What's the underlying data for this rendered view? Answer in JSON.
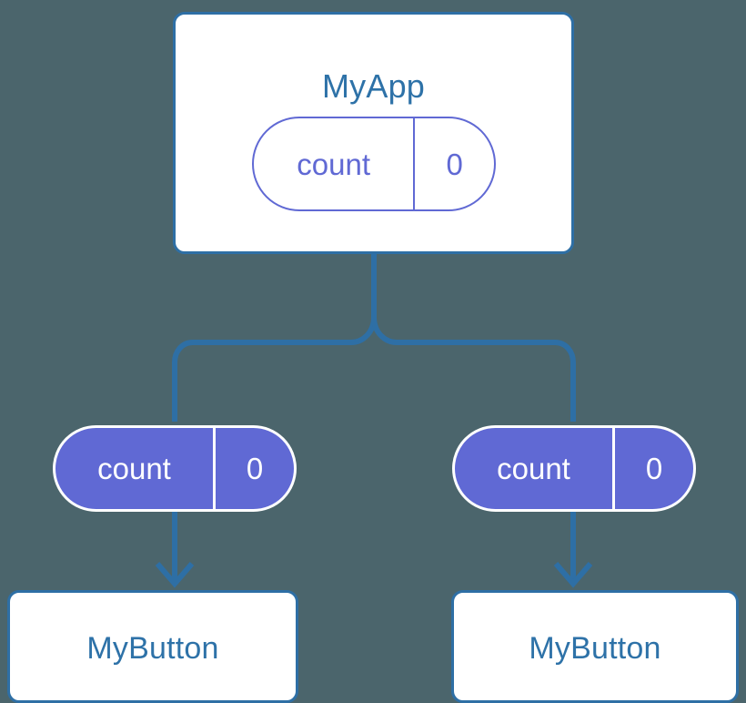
{
  "diagram": {
    "type": "component-state-tree",
    "background_color": "#4b656c",
    "line_color": "#2e6fa5",
    "component_text_color": "#2e72a8",
    "state_accent_color": "#6069d4",
    "root": {
      "name": "root-component",
      "title": "MyApp",
      "state": {
        "key": "count",
        "value": "0"
      }
    },
    "children": [
      {
        "name": "child-left",
        "title": "MyButton",
        "prop": {
          "key": "count",
          "value": "0"
        }
      },
      {
        "name": "child-right",
        "title": "MyButton",
        "prop": {
          "key": "count",
          "value": "0"
        }
      }
    ]
  }
}
